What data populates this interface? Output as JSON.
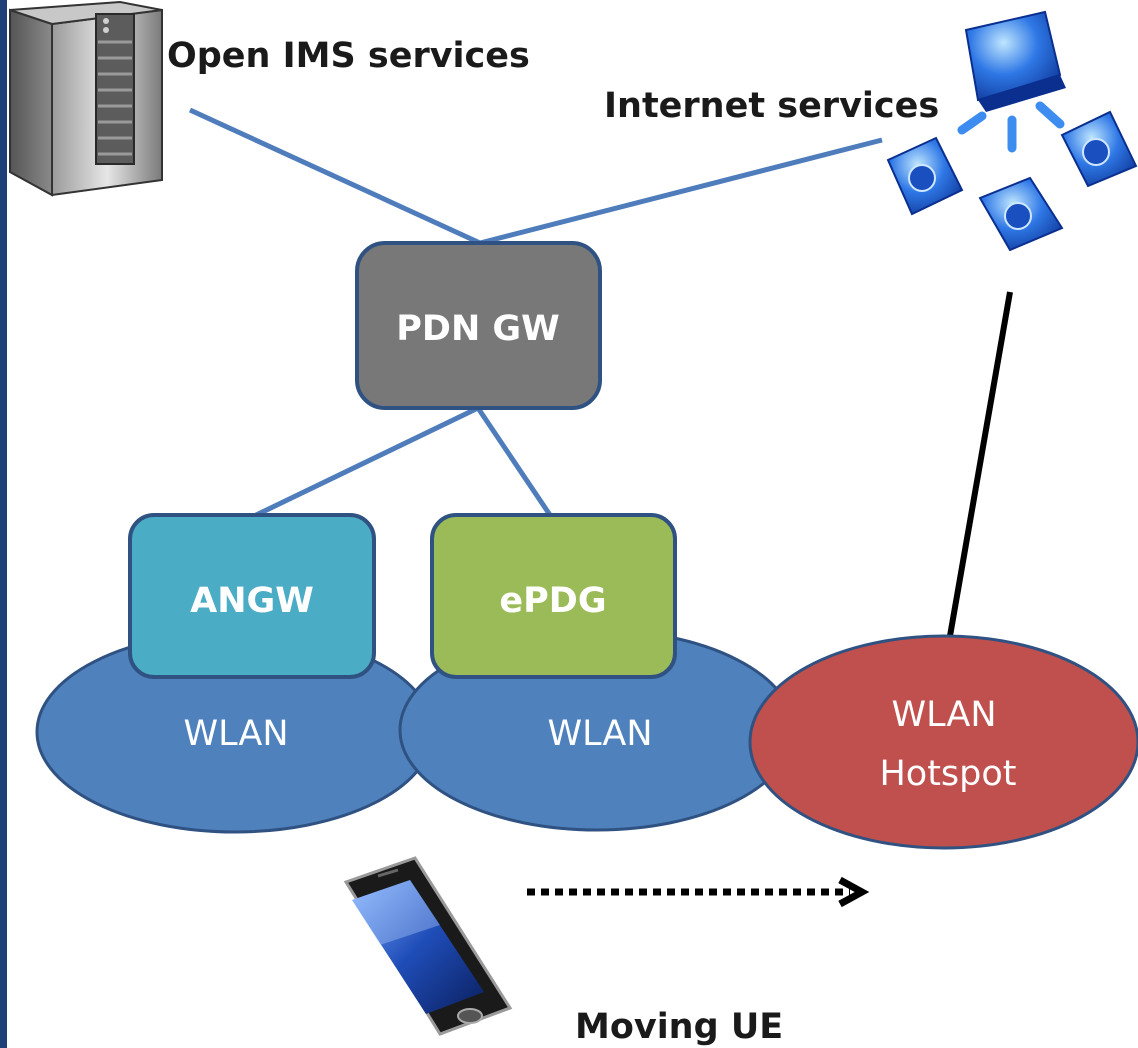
{
  "labels": {
    "open_ims": "Open IMS services",
    "internet": "Internet services",
    "pdn_gw": "PDN GW",
    "angw": "ANGW",
    "epdg": "ePDG",
    "wlan_left": "WLAN",
    "wlan_middle": "WLAN",
    "hotspot_line1": "WLAN",
    "hotspot_line2": "Hotspot",
    "moving_ue": "Moving UE"
  },
  "icons": {
    "server": "server-icon",
    "internet": "internet-cloud-icon",
    "phone": "smartphone-icon",
    "arrow": "dotted-arrow-icon"
  },
  "colors": {
    "left_border": "#1f3f78",
    "link_blue": "#4f7dbc",
    "link_black": "#000000",
    "pdn_gw_fill": "#787878",
    "angw_fill": "#4bacc6",
    "epdg_fill": "#9bbb59",
    "wlan_fill": "#4f81bd",
    "hotspot_fill": "#c0504d",
    "box_border": "#2f5282"
  }
}
